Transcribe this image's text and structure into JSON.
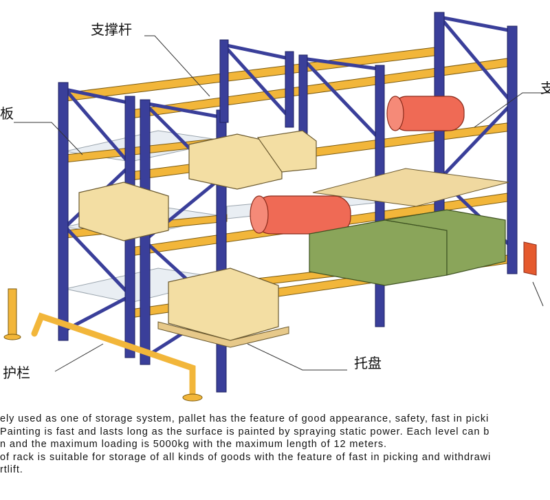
{
  "labels": {
    "brace": "支撑杆",
    "panel": "板",
    "pallet": "托盘",
    "guardrail": "护栏",
    "beam_partial": "支"
  },
  "description": [
    "ely used as one of storage system, pallet has the feature of good appearance, safety, fast in picki",
    "Painting is fast and lasts long as the surface is painted by spraying static power. Each level can b",
    "n and the maximum loading is 5000kg with the maximum length of 12 meters.",
    " of rack is suitable for storage of all kinds of goods with the feature of fast in picking and withdrawi",
    "rtlift."
  ],
  "colors": {
    "upright": "#3a3f9a",
    "beam": "#f2b63a",
    "box": "#f3dea3",
    "drum": "#ef6a55",
    "crate": "#8aa55a",
    "guard": "#f2b63a",
    "stopper": "#e55a2e"
  }
}
